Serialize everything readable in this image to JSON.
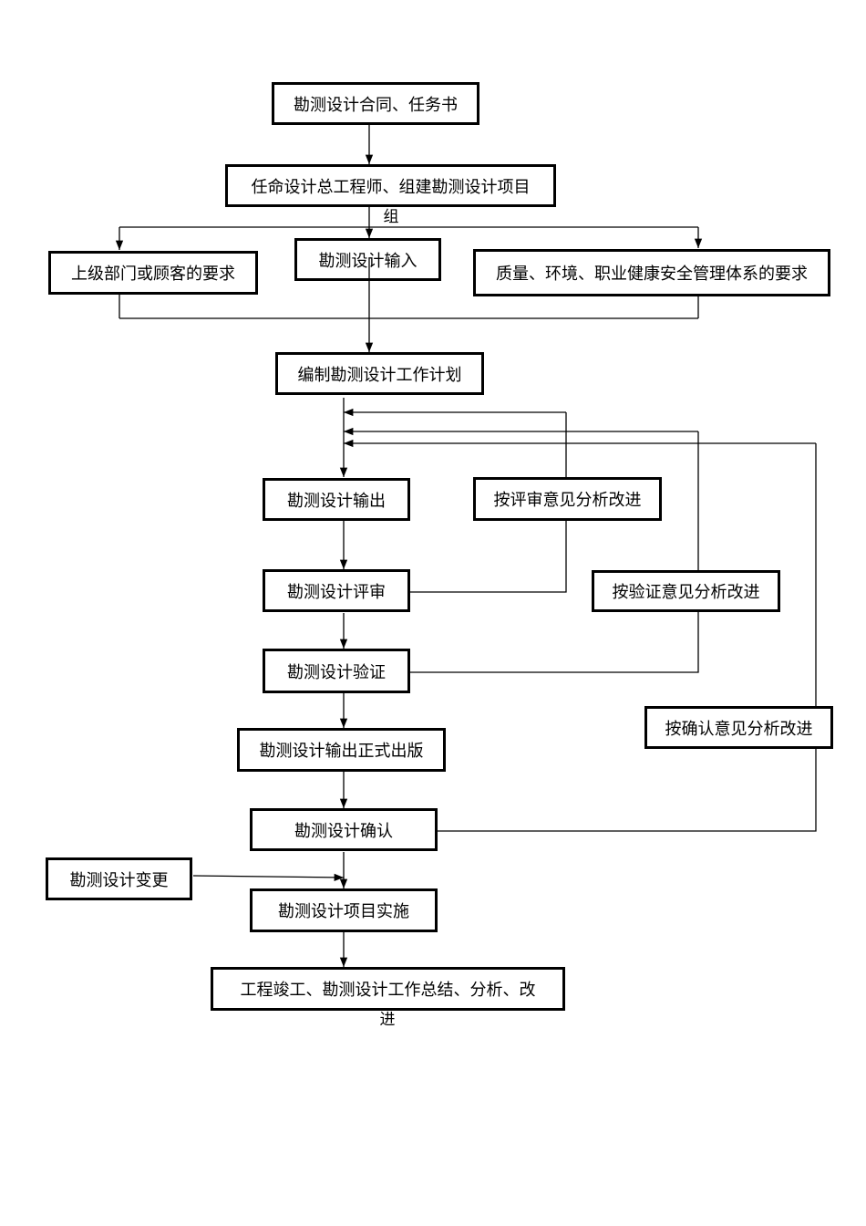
{
  "nodes": {
    "contract": "勘测设计合同、任务书",
    "appoint": "任命设计总工程师、组建勘测设计项目",
    "appoint_wrap": "组",
    "superior": "上级部门或顾客的要求",
    "design_input": "勘测设计输入",
    "quality": "质量、环境、职业健康安全管理体系的要求",
    "plan": "编制勘测设计工作计划",
    "output": "勘测设计输出",
    "review_improve": "按评审意见分析改进",
    "review": "勘测设计评审",
    "verify_improve": "按验证意见分析改进",
    "verify": "勘测设计验证",
    "formal_release": "勘测设计输出正式出版",
    "confirm_improve": "按确认意见分析改进",
    "confirm": "勘测设计确认",
    "change": "勘测设计变更",
    "implement": "勘测设计项目实施",
    "completion": "工程竣工、勘测设计工作总结、分析、改",
    "completion_wrap": "进"
  }
}
